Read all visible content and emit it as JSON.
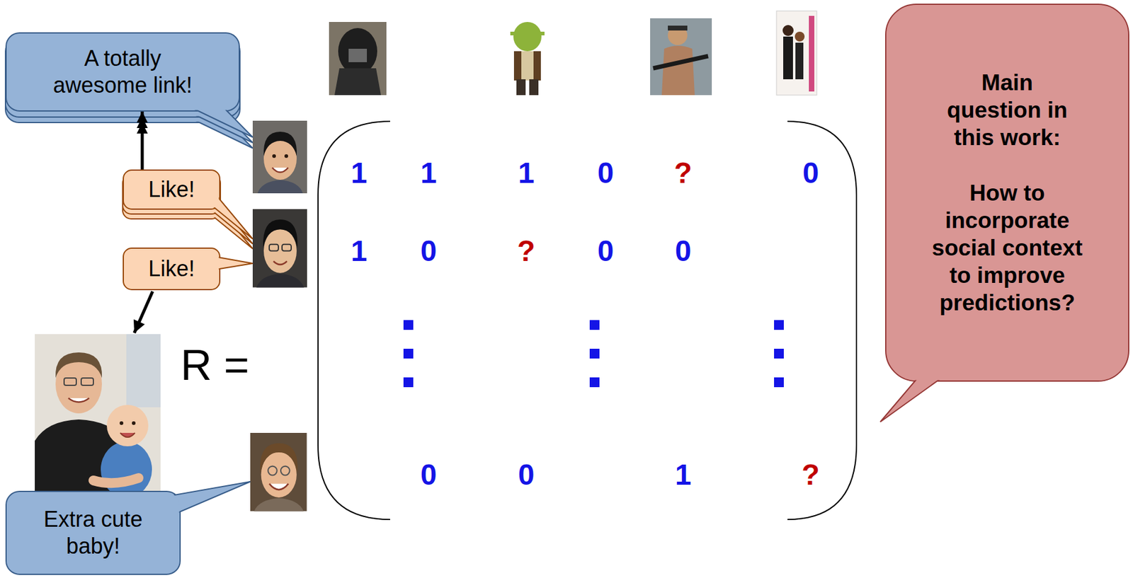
{
  "diagram": {
    "nodes": [
      {
        "text": [
          "A totally awesome link!"
        ]
      },
      {
        "text": [
          "Like!"
        ]
      },
      {
        "text": [
          "Like!"
        ]
      },
      {
        "text": [
          "Extra cute baby!"
        ]
      },
      {
        "text": [
          "Main question in this work:",
          "How to incorporate social context to improve predictions?"
        ]
      }
    ],
    "edges": [
      {
        "from": 1,
        "to": 0,
        "arrow": "to"
      }
    ],
    "labels": [
      "R =",
      "1",
      "1",
      "1",
      "0",
      "?",
      "0",
      "1",
      "0",
      "?",
      "0",
      "0",
      "0",
      "0",
      "1",
      "?"
    ]
  }
}
